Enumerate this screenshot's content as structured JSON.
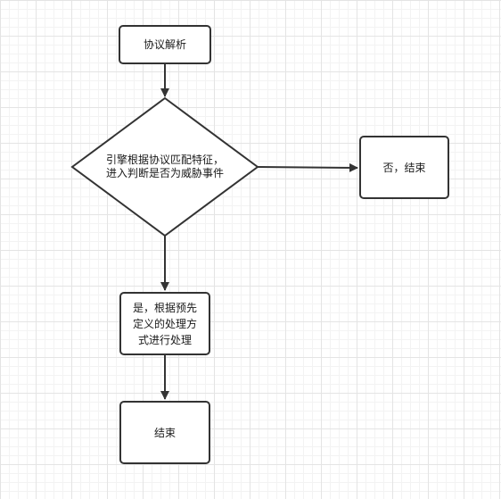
{
  "diagram": {
    "nodes": {
      "parse": "协议解析",
      "decision_line1": "引擎根据协议匹配特征，",
      "decision_line2": "进入判断是否为威胁事件",
      "no_end": "否，结束",
      "yes_line1": "是，根据预先",
      "yes_line2": "定义的处理方",
      "yes_line3": "式进行处理",
      "end": "结束"
    },
    "colors": {
      "stroke": "#333333",
      "fill": "#ffffff",
      "grid": "#e4e4e4",
      "text": "#1a1a1a"
    }
  }
}
